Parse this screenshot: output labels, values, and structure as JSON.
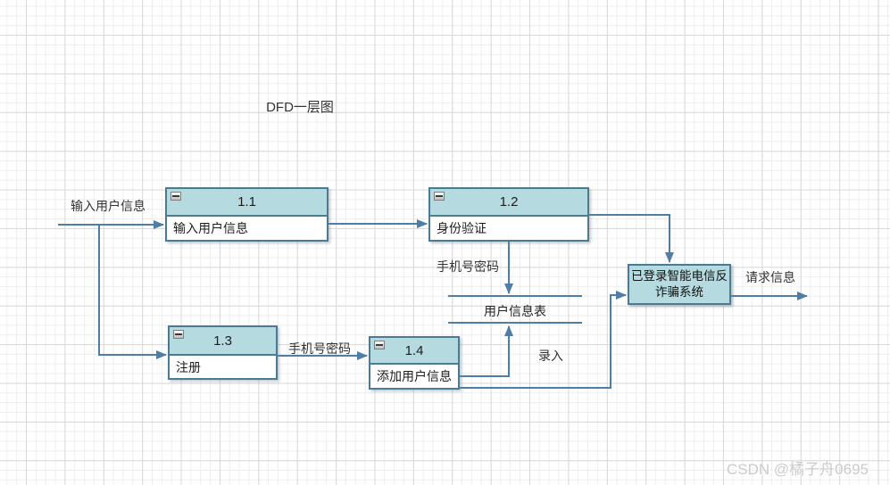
{
  "title": "DFD一层图",
  "watermark": "CSDN @橘子舟0695",
  "processes": [
    {
      "id": "1.1",
      "label": "输入用户信息"
    },
    {
      "id": "1.2",
      "label": "身份验证"
    },
    {
      "id": "1.3",
      "label": "注册"
    },
    {
      "id": "1.4",
      "label": "添加用户信息"
    }
  ],
  "data_store": {
    "label": "用户信息表"
  },
  "external_entity": {
    "label": "已登录智能电信反诈骗系统"
  },
  "flow_labels": {
    "input_user_info": "输入用户信息",
    "phone_password_top": "手机号密码",
    "phone_password_bottom": "手机号密码",
    "record_entry": "录入",
    "request_info": "请求信息"
  },
  "colors": {
    "shape_fill": "#b5dbe0",
    "shape_border": "#4b7b94",
    "connector": "#4e7ea6"
  }
}
